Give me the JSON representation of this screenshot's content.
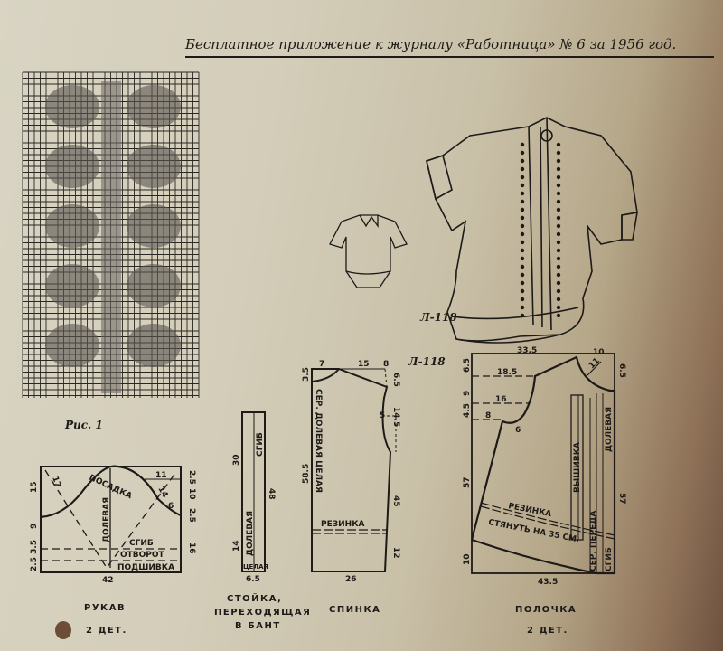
{
  "header": {
    "title": "Бесплатное приложение к журналу «Работница» № 6 за 1956 год."
  },
  "figure": {
    "caption": "Рис. 1"
  },
  "model": {
    "code_top": "Л-118",
    "code_pattern": "Л-118"
  },
  "sleeve": {
    "name": "РУКАВ",
    "count": "2 ДЕТ.",
    "labels": {
      "cap": "ПОСАДКА",
      "grain": "ДОЛЕВАЯ",
      "fold": "СГИБ",
      "cuff": "ОТВОРОТ",
      "hem": "ПОДШИВКА"
    },
    "dims": {
      "left_top": "15",
      "left_mid": "9",
      "left_bottom": "2.5 3.5",
      "diag": "17",
      "top_right": "11",
      "curve": "14",
      "right_inner": "6",
      "r1": "2.5",
      "r2": "10",
      "r3": "2.5",
      "r4": "16",
      "bottom": "42"
    }
  },
  "collar": {
    "name_line1": "СТОЙКА,",
    "name_line2": "ПЕРЕХОДЯЩАЯ",
    "name_line3": "В БАНТ",
    "labels": {
      "fold": "СГИБ",
      "grain": "ДОЛЕВАЯ",
      "whole": "ЦЕЛАЯ"
    },
    "dims": {
      "a": "30",
      "b": "48",
      "c": "14",
      "width": "6.5"
    }
  },
  "back": {
    "name": "СПИНКА",
    "labels": {
      "grain": "СЕР. ДОЛЕВАЯ ЦЕЛАЯ",
      "elastic": "РЕЗИНКА"
    },
    "dims": {
      "top1": "7",
      "top2": "15",
      "top3": "8",
      "left_top": "3.5",
      "right_top": "6.5",
      "armhole": "5",
      "right_mid": "14.5",
      "length": "58.5",
      "side": "45",
      "side_low": "12",
      "bottom": "26"
    }
  },
  "front": {
    "name": "ПОЛОЧКА",
    "count": "2 ДЕТ.",
    "labels": {
      "embroidery": "ВЫШИВКА",
      "grain": "ДОЛЕВАЯ",
      "center": "СЕР. ПЕРЕДА",
      "fold": "СГИБ",
      "elastic": "РЕЗИНКА",
      "gather": "СТЯНУТЬ НА 35 СМ."
    },
    "dims": {
      "top": "33.5",
      "top_right": "10",
      "l1": "6.5",
      "l2": "9",
      "l3": "4.5",
      "h1": "18.5",
      "h2": "16",
      "h3": "8",
      "neck": "11",
      "arm": "6",
      "left_len": "57",
      "right_len": "57",
      "right_top": "6.5",
      "left_bottom": "10",
      "bottom": "43.5"
    }
  }
}
